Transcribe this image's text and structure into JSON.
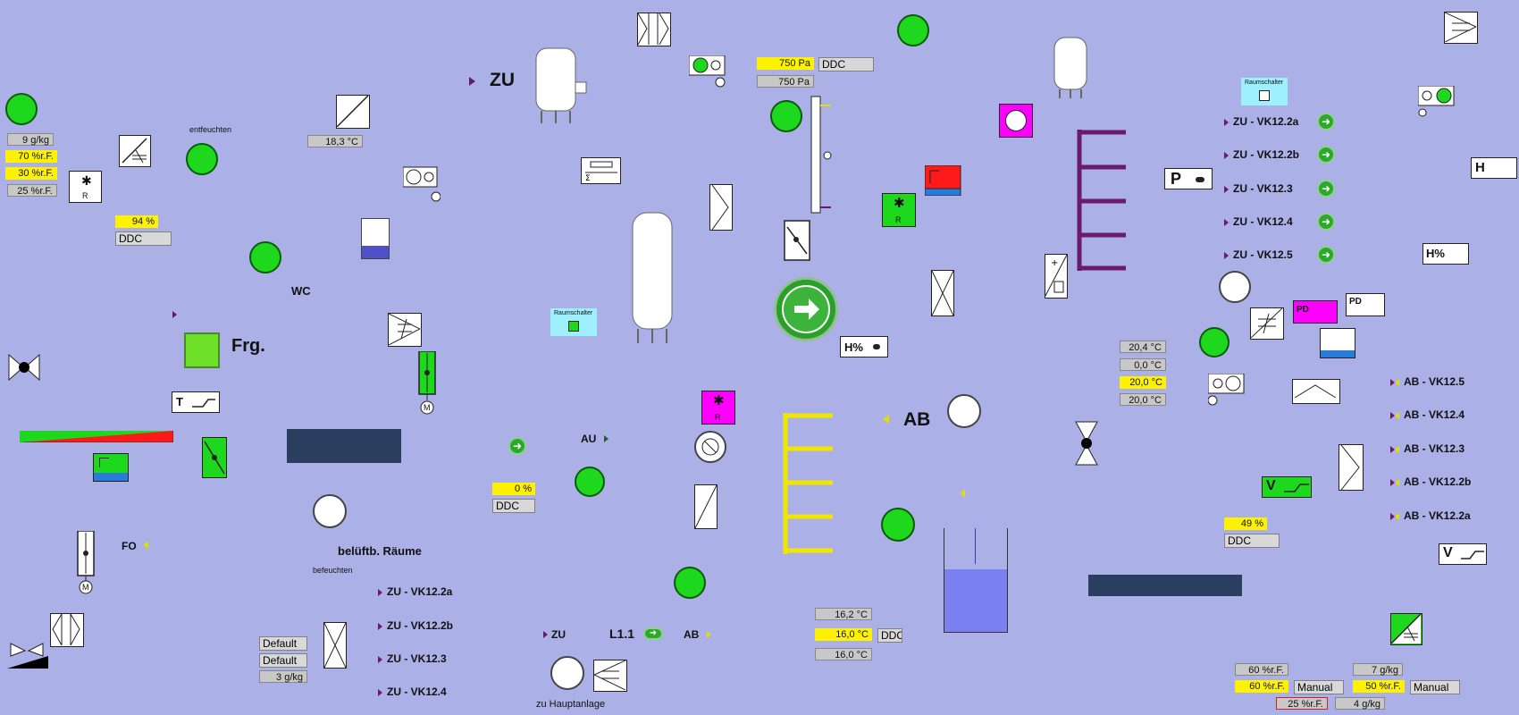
{
  "title": {
    "zu": "ZU",
    "ab": "AB",
    "wc": "WC",
    "frg": "Frg.",
    "au": "AU",
    "fo": "FO",
    "l11": "L1.1",
    "zu_small": "ZU",
    "ab_small": "AB",
    "zu_hauptanlage": "zu Hauptanlage",
    "belueftb_raeume": "belüftb. Räume",
    "befeuchten": "befeuchten",
    "entfeuchten": "entfeuchten"
  },
  "left_values": [
    {
      "value": "9  g/kg",
      "style": "g"
    },
    {
      "value": "70  %r.F.",
      "style": "y"
    },
    {
      "value": "30  %r.F.",
      "style": "y"
    },
    {
      "value": "25  %r.F.",
      "style": "g"
    }
  ],
  "left_mid": {
    "pct": "94  %",
    "ddc": "DDC"
  },
  "temp_top": "18,3   °C",
  "pressure": {
    "p1": "750   Pa",
    "p2": "750   Pa",
    "ddc": "DDC"
  },
  "mid_pct": {
    "pct": "0  %",
    "ddc": "DDC"
  },
  "mid_temps": [
    {
      "value": "16,2   °C",
      "style": "g"
    },
    {
      "value": "16,0   °C",
      "style": "y"
    },
    {
      "value": "16,0   °C",
      "style": "g"
    }
  ],
  "mid_temps_ddc": "DDC",
  "right_temps": [
    {
      "value": "20,4   °C",
      "style": "g"
    },
    {
      "value": "0,0   °C",
      "style": "g"
    },
    {
      "value": "20,0   °C",
      "style": "y"
    },
    {
      "value": "20,0   °C",
      "style": "g"
    }
  ],
  "right_pct": {
    "pct": "49  %",
    "ddc": "DDC"
  },
  "bottom_right": {
    "r1a": "60  %r.F.",
    "r1b": "7  g/kg",
    "r2a": "60  %r.F.",
    "r2b": "50  %r.F.",
    "manual1": "Manual",
    "manual2": "Manual",
    "r3a": "25  %r.F.",
    "r3b": "4  g/kg"
  },
  "defaults": {
    "d1": "Default",
    "d2": "Default",
    "d3": "3  g/kg"
  },
  "raumschalter": "Raumschalter",
  "zu_vk_right": [
    "ZU - VK12.2a",
    "ZU - VK12.2b",
    "ZU - VK12.3",
    "ZU - VK12.4",
    "ZU - VK12.5"
  ],
  "ab_vk_right": [
    "AB - VK12.5",
    "AB - VK12.4",
    "AB - VK12.3",
    "AB - VK12.2b",
    "AB - VK12.2a"
  ],
  "zu_vk_left": [
    "ZU - VK12.2a",
    "ZU - VK12.2b",
    "ZU - VK12.3",
    "ZU - VK12.4"
  ],
  "symbols": {
    "hpct": "H%",
    "h": "H",
    "p": "P",
    "v": "V",
    "pd": "PD",
    "t": "T",
    "m": "M",
    "r": "R"
  },
  "colors": {
    "bg": "#abb0e6",
    "pump": "#1ed81e",
    "yellow": "#fff200",
    "magenta": "#ff00ff",
    "purple": "#6a1a6a",
    "red": "#ff1a1a",
    "cyan": "#9ef0ff"
  }
}
